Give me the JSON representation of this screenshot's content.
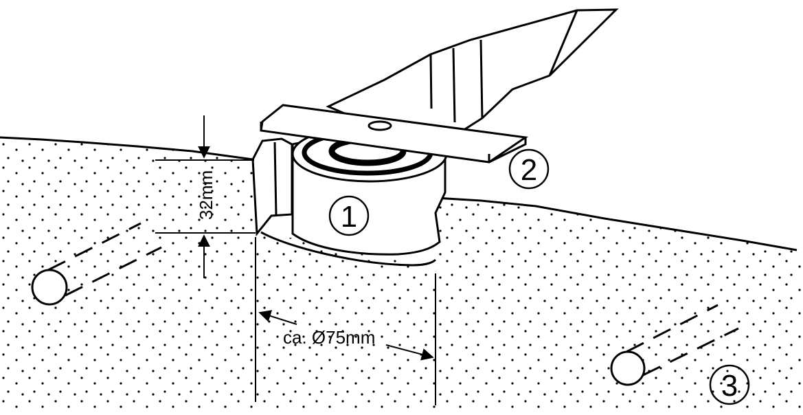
{
  "dimensions": {
    "depth_label": "32mm",
    "diameter_label": "ca. Ø75mm"
  },
  "markers": [
    {
      "id": "1",
      "label": "1"
    },
    {
      "id": "2",
      "label": "2"
    },
    {
      "id": "3",
      "label": "3"
    }
  ],
  "colors": {
    "ink": "#000000",
    "background": "#ffffff"
  }
}
